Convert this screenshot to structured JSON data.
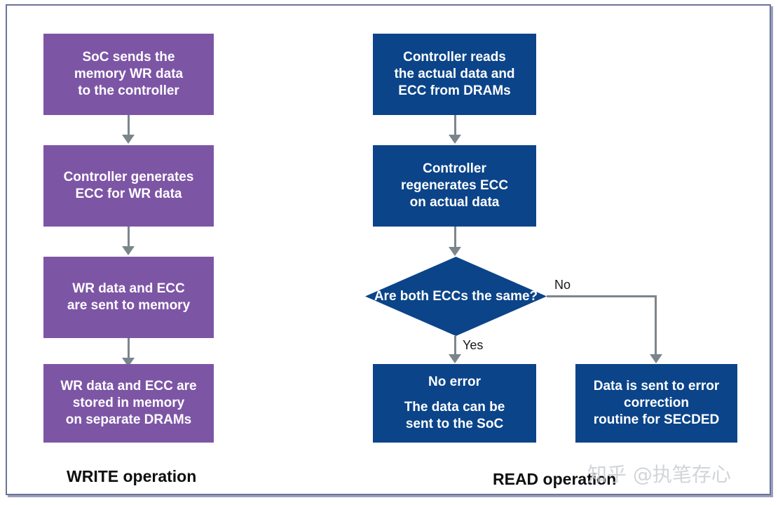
{
  "diagram": {
    "title_write": "WRITE operation",
    "title_read": "READ operation",
    "colors": {
      "purple": "#7d55a5",
      "blue": "#0b4489",
      "connector": "#7b868c",
      "frame": "#6b7396",
      "background": "#ffffff",
      "text_on_node": "#ffffff",
      "caption": "#0e0f10",
      "watermark": "#c9cdd2"
    },
    "watermark": "知乎 @执笔存心",
    "write_branch": {
      "nodes": [
        {
          "id": "soc-sends",
          "lines": [
            "SoC sends the",
            "memory WR data",
            "to the controller"
          ]
        },
        {
          "id": "controller-generates-ecc",
          "lines": [
            "Controller generates",
            "ECC for WR data"
          ]
        },
        {
          "id": "wr-data-sent-to-memory",
          "lines": [
            "WR data and ECC",
            "are sent to memory"
          ]
        },
        {
          "id": "wr-data-stored",
          "lines": [
            "WR data and ECC are",
            "stored in memory",
            "on separate DRAMs"
          ]
        }
      ]
    },
    "read_branch": {
      "nodes": [
        {
          "id": "controller-reads",
          "lines": [
            "Controller reads",
            "the actual data and",
            "ECC from DRAMs"
          ]
        },
        {
          "id": "controller-regenerates-ecc",
          "lines": [
            "Controller",
            "regenerates ECC",
            "on actual data"
          ]
        }
      ],
      "decision": {
        "id": "are-both-eccs-the-same",
        "lines": [
          "Are both ECCs",
          "the same?"
        ]
      },
      "outcomes": [
        {
          "id": "no-error",
          "lines": [
            "No error",
            "",
            "The data can be",
            "sent to the SoC"
          ]
        },
        {
          "id": "error-correction",
          "lines": [
            "Data is sent to error",
            "correction",
            "routine for SECDED"
          ]
        }
      ],
      "edge_labels": {
        "yes": "Yes",
        "no": "No"
      }
    }
  }
}
